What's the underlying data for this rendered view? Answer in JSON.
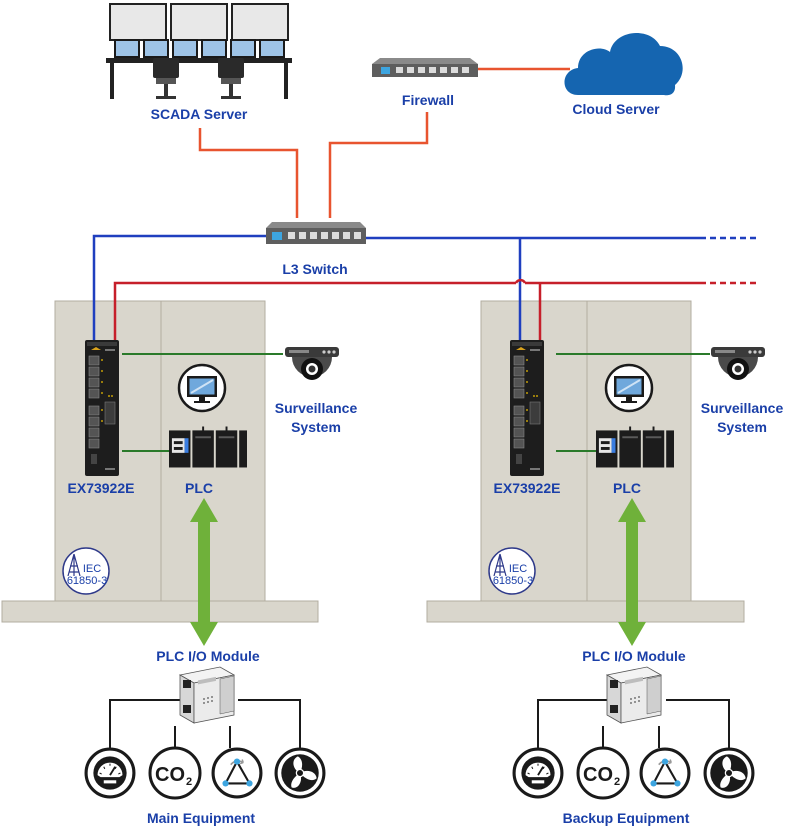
{
  "labels": {
    "scada_server": "SCADA Server",
    "firewall": "Firewall",
    "cloud_server": "Cloud Server",
    "l3_switch": "L3 Switch",
    "surveillance_line1": "Surveillance",
    "surveillance_line2": "System",
    "switch_model": "EX73922E",
    "plc": "PLC",
    "plc_io_module": "PLC I/O Module",
    "main_equipment": "Main Equipment",
    "backup_equipment": "Backup Equipment"
  },
  "iec_badge": {
    "line1": "IEC",
    "line2": "61850-3"
  },
  "sensor_co2": {
    "main": "CO",
    "sub": "2"
  },
  "colors": {
    "label_text": "#1a3fa8",
    "wan_link": "#e8542f",
    "blue_network": "#1f3fbf",
    "red_network": "#c61f2a",
    "green_link": "#2a7a2a",
    "io_link": "#6fb13a",
    "cabinet": "#d9d6cc",
    "cloud": "#1565b0"
  },
  "icons": [
    "scada-workstation-icon",
    "firewall-icon",
    "cloud-icon",
    "switch-icon",
    "camera-icon",
    "industrial-switch-icon",
    "plc-icon",
    "monitor-icon",
    "io-module-icon",
    "gauge-icon",
    "co2-icon",
    "cycle-icon",
    "fan-icon",
    "iec-badge-icon"
  ]
}
